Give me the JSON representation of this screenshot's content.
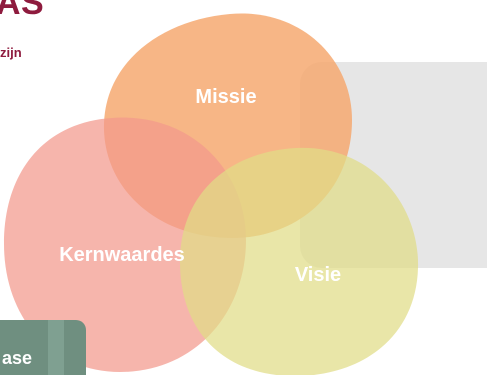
{
  "logo": {
    "text": "AS",
    "tagline": "zijn"
  },
  "diagram": {
    "circles": [
      {
        "label": "Missie",
        "color": "#f5a66b"
      },
      {
        "label": "Kernwaardes",
        "color": "#f2988c"
      },
      {
        "label": "Visie",
        "color": "#e0dc86"
      }
    ],
    "background_panel_color": "#e6e6e6"
  },
  "bottom_tab": {
    "label": "ase",
    "color": "#6f8f80"
  }
}
